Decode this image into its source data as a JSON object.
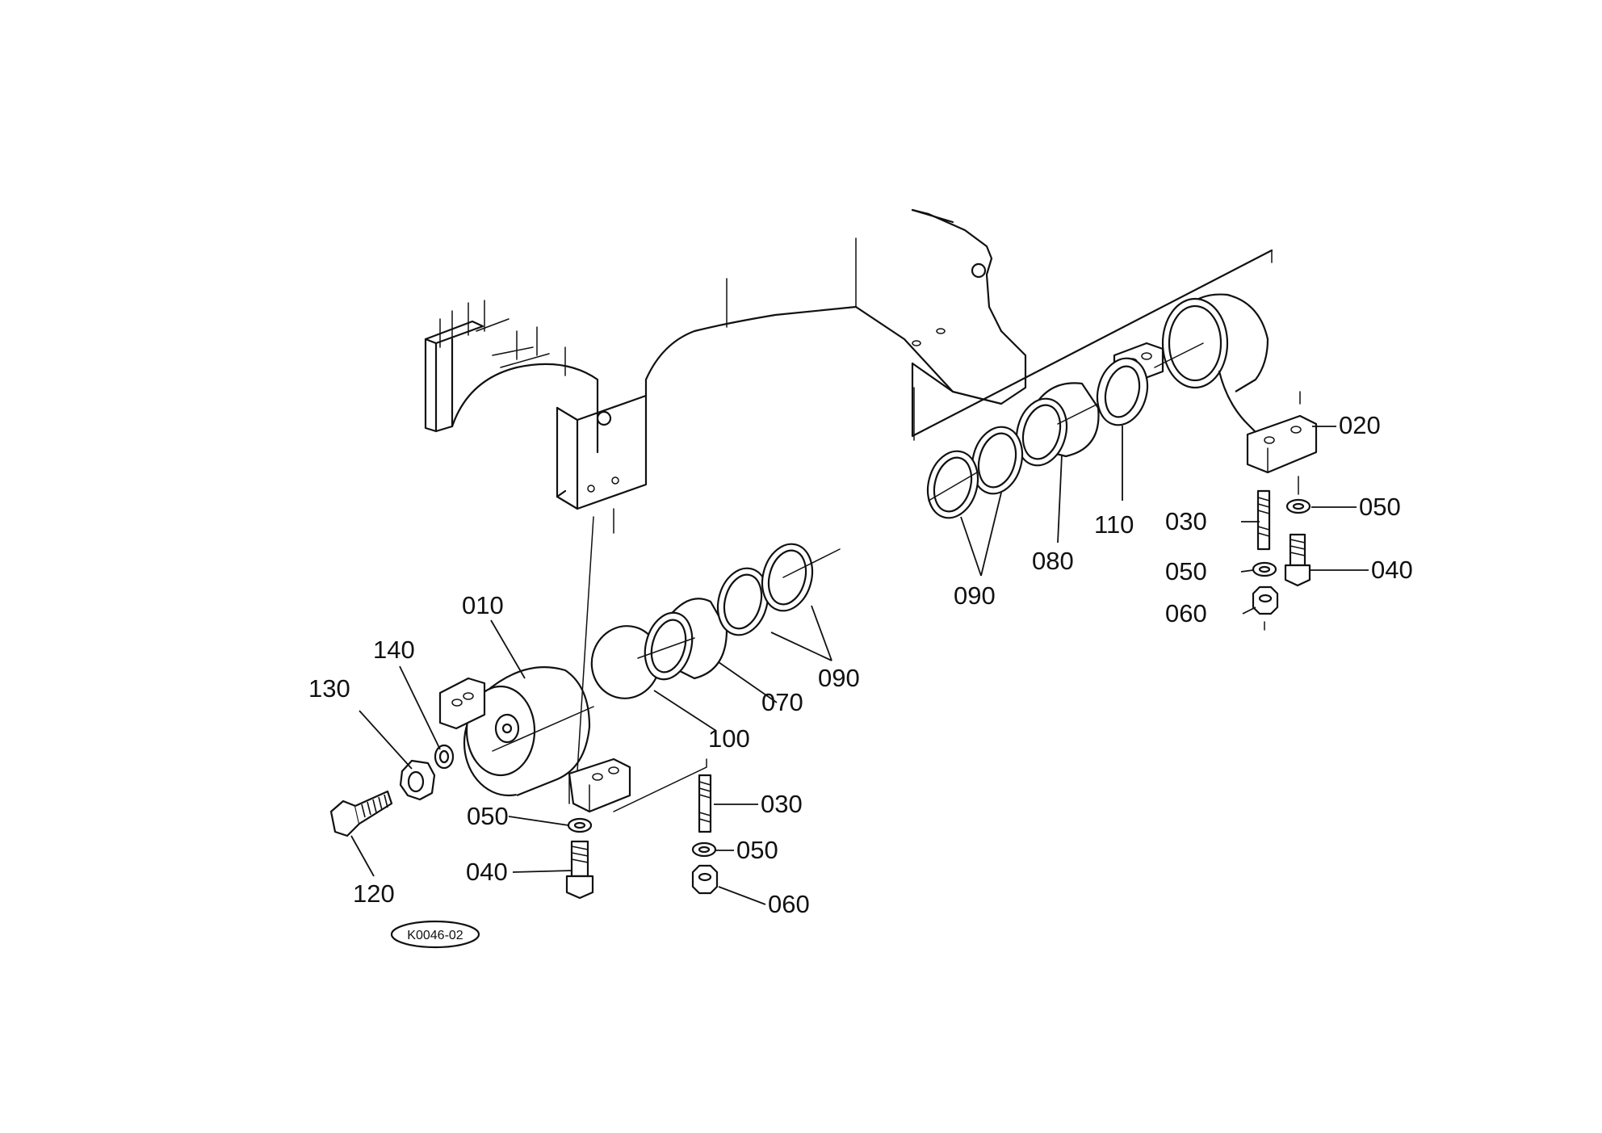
{
  "diagram_code": "K0046-02",
  "callouts": {
    "c010": "010",
    "c020": "020",
    "c030_left": "030",
    "c030_right": "030",
    "c040_left": "040",
    "c040_right": "040",
    "c050_left_a": "050",
    "c050_left_b": "050",
    "c050_right_a": "050",
    "c050_right_b": "050",
    "c060_left": "060",
    "c060_right": "060",
    "c070": "070",
    "c080": "080",
    "c090_left": "090",
    "c090_right": "090",
    "c100": "100",
    "c110": "110",
    "c120": "120",
    "c130": "130",
    "c140": "140"
  }
}
